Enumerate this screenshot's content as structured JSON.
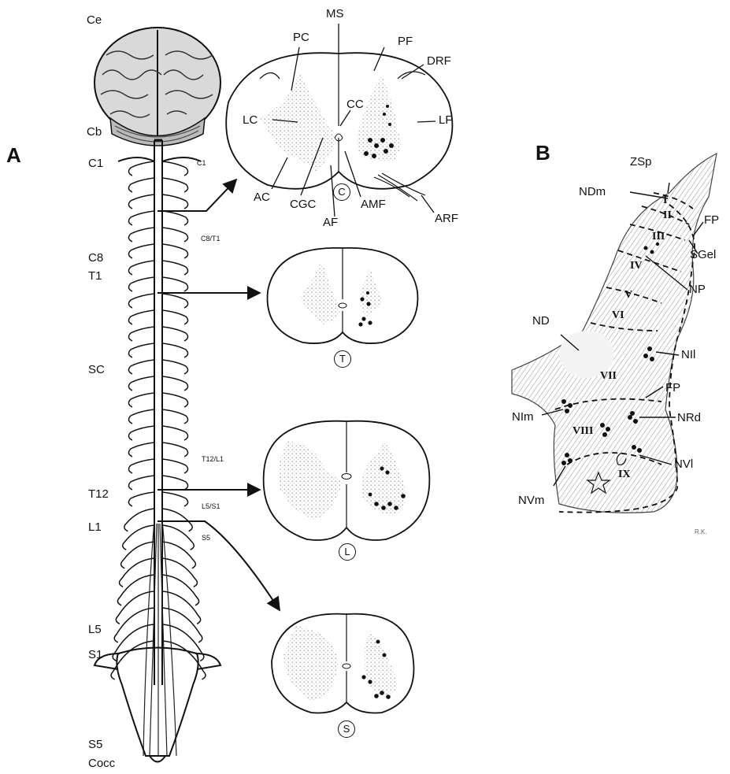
{
  "panels": {
    "a": "A",
    "b": "B"
  },
  "spine_labels": {
    "ce": "Ce",
    "cb": "Cb",
    "c1": "C1",
    "c1_small": "C1",
    "c8": "C8",
    "t1": "T1",
    "c8_t1_small": "C8/T1",
    "sc": "SC",
    "t12_l1_small": "T12/L1",
    "t12": "T12",
    "l1": "L1",
    "l5_s1_small": "L5/S1",
    "s5_small": "S5",
    "l5": "L5",
    "s1": "S1",
    "s5": "S5",
    "cocc": "Cocc"
  },
  "section_labels": {
    "ms": "MS",
    "pc": "PC",
    "pf": "PF",
    "drf": "DRF",
    "lc": "LC",
    "cc": "CC",
    "lf": "LF",
    "ac": "AC",
    "cgc": "CGC",
    "amf": "AMF",
    "af": "AF",
    "arf": "ARF"
  },
  "section_markers": {
    "cervical": "C",
    "thoracic": "T",
    "lumbar": "L",
    "sacral": "S"
  },
  "panel_b_labels": {
    "zsp": "ZSp",
    "ndm": "NDm",
    "fp_top": "FP",
    "sgel": "SGel",
    "np": "NP",
    "nd": "ND",
    "nil": "NIl",
    "fp_mid": "FP",
    "nim": "NIm",
    "nrd": "NRd",
    "nvl": "NVl",
    "nvm": "NVm"
  },
  "laminae": [
    "I",
    "II",
    "III",
    "IV",
    "V",
    "VI",
    "VII",
    "VIII",
    "IX"
  ],
  "signature": "R.K."
}
